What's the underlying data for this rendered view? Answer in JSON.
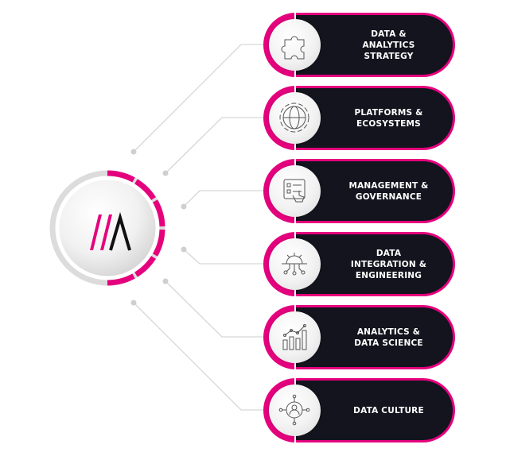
{
  "colors": {
    "accent": "#e5007d",
    "dark": "#13141d",
    "line": "#d3d3d3"
  },
  "hub": {
    "logo": "//A logo"
  },
  "items": [
    {
      "label": "DATA &\nANALYTICS\nSTRATEGY",
      "icon": "puzzle-icon"
    },
    {
      "label": "PLATFORMS &\nECOSYSTEMS",
      "icon": "globe-icon"
    },
    {
      "label": "MANAGEMENT &\nGOVERNANCE",
      "icon": "checklist-hand-icon"
    },
    {
      "label": "DATA\nINTEGRATION &\nENGINEERING",
      "icon": "gear-circuit-icon"
    },
    {
      "label": "ANALYTICS &\nDATA SCIENCE",
      "icon": "bar-chart-icon"
    },
    {
      "label": "DATA CULTURE",
      "icon": "people-network-icon"
    }
  ]
}
